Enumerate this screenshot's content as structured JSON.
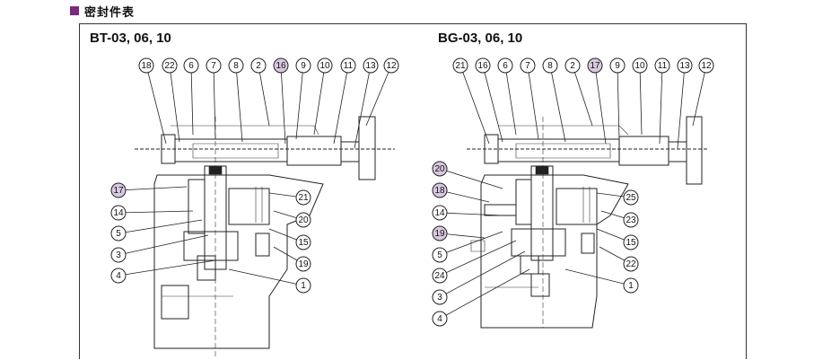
{
  "header": {
    "title": "密封件表",
    "marker_color": "#7b2a7b"
  },
  "diagrams": [
    {
      "title": "BT-03, 06, 10",
      "top_callouts": [
        "18",
        "22",
        "6",
        "7",
        "8",
        "2",
        "16",
        "9",
        "10",
        "11",
        "13",
        "12"
      ],
      "side_callouts": [
        "17",
        "14",
        "5",
        "3",
        "4"
      ],
      "right_callouts": [
        "21",
        "20",
        "15",
        "19",
        "1"
      ],
      "highlighted": [
        "16",
        "17"
      ]
    },
    {
      "title": "BG-03, 06, 10",
      "top_callouts": [
        "21",
        "16",
        "6",
        "7",
        "8",
        "2",
        "17",
        "9",
        "10",
        "11",
        "13",
        "12"
      ],
      "side_callouts": [
        "20",
        "18",
        "14",
        "19",
        "5",
        "24",
        "3",
        "4"
      ],
      "right_callouts": [
        "25",
        "23",
        "15",
        "22",
        "1"
      ],
      "highlighted": [
        "17",
        "20",
        "18",
        "19"
      ]
    }
  ],
  "colors": {
    "highlight": "#d8c8e0",
    "line": "#222222",
    "frame": "#333333"
  }
}
